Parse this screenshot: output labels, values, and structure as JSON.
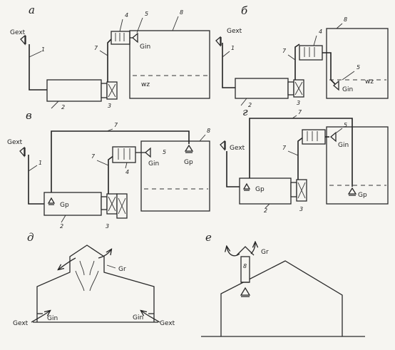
{
  "panels": {
    "a": {
      "letter": "а",
      "g_ext": "Gext",
      "g_in": "Gin",
      "wz": "wz",
      "numbers": [
        "1",
        "2",
        "3",
        "4",
        "5",
        "7",
        "8"
      ]
    },
    "b": {
      "letter": "б",
      "g_ext": "Gext",
      "g_in": "Gin",
      "wz": "wz",
      "numbers": [
        "1",
        "2",
        "3",
        "4",
        "5",
        "7",
        "8"
      ]
    },
    "v": {
      "letter": "в",
      "g_ext": "Gext",
      "g_p_left": "Gp",
      "g_p_right": "Gp",
      "g_in": "Gin",
      "numbers": [
        "1",
        "2",
        "3",
        "4",
        "5",
        "7",
        "7",
        "8"
      ]
    },
    "g": {
      "letter": "г",
      "g_ext": "Gext",
      "g_p_left": "Gp",
      "g_p_right": "Gp",
      "g_in": "Gin",
      "numbers": [
        "2",
        "3",
        "5",
        "7",
        "7"
      ]
    },
    "d": {
      "letter": "д",
      "g_r": "Gr",
      "g_ext_left": "Gext",
      "g_in_left": "Gin",
      "g_in_right": "Gin",
      "g_ext_right": "Gext"
    },
    "e": {
      "letter": "е",
      "g_r": "Gr",
      "number": "8"
    }
  }
}
